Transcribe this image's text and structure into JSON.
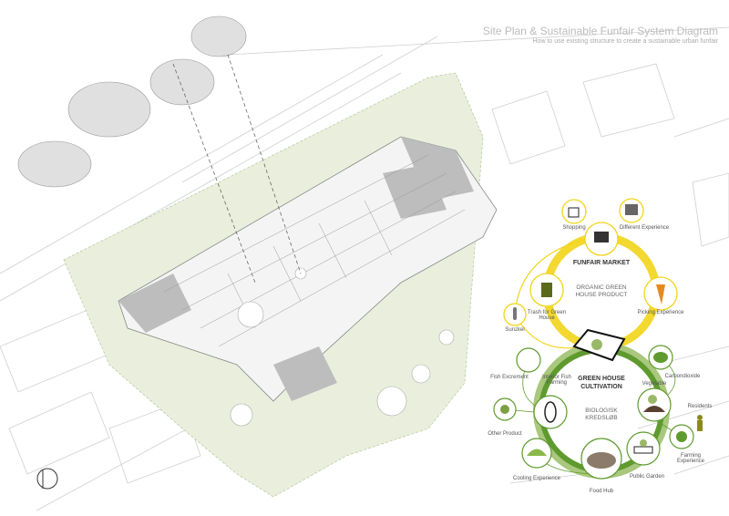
{
  "header": {
    "title": "Site Plan & Sustainable Funfair System Diagram",
    "subtitle": "How to use existing structure to create a sustainable urban funfair"
  },
  "colors": {
    "yellow": "#f2d41a",
    "green": "#5f9a2e",
    "light_green": "#a9c77d",
    "park": "#e9efdc",
    "building": "#bdbdbd"
  },
  "funfair_loop": {
    "title": "FUNFAIR MARKET",
    "center": "ORGANIC GREEN HOUSE PRODUCT",
    "nodes": [
      {
        "label": "Shopping",
        "icon": "shopping-bag-icon"
      },
      {
        "label": "Different Experience",
        "icon": "solar-panel-icon"
      },
      {
        "label": "Trash for Green House",
        "icon": "people-trash-icon"
      },
      {
        "label": "Picking Experience",
        "icon": "carrot-icon"
      },
      {
        "label": "Sunzkel",
        "icon": "thermometer-icon"
      }
    ]
  },
  "greenhouse_loop": {
    "title": "GREEN HOUSE CULTIVATION",
    "center": "BIOLOGISK KREDSLØB",
    "nodes": [
      {
        "label": "Fish Excrement",
        "icon": "plant-icon"
      },
      {
        "label": "Interior Fish Farming",
        "icon": "fish-icon"
      },
      {
        "label": "Carbondioxide",
        "icon": "co2-icon"
      },
      {
        "label": "Vegetable",
        "icon": "vegetable-icon"
      },
      {
        "label": "Other Product",
        "icon": "herbs-icon"
      },
      {
        "label": "Residents",
        "icon": "person-icon"
      },
      {
        "label": "Farming Experience",
        "icon": "farming-icon"
      },
      {
        "label": "Cooling Experience",
        "icon": "cooking-icon"
      },
      {
        "label": "Food Hub",
        "icon": "food-hub-icon"
      },
      {
        "label": "Public Garden",
        "icon": "planter-icon"
      }
    ]
  }
}
